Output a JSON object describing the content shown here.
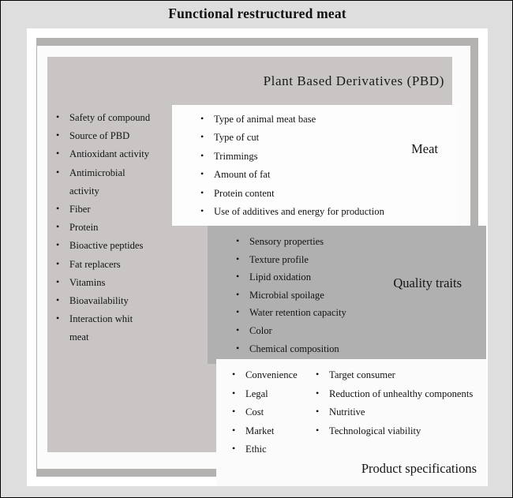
{
  "figure": {
    "title": "Functional restructured meat"
  },
  "pbd": {
    "title": "Plant Based Derivatives (PBD)",
    "items": [
      "Safety of compound",
      "Source of PBD",
      "Antioxidant activity",
      "Antimicrobial activity",
      "Fiber",
      "Protein",
      "Bioactive peptides",
      "Fat replacers",
      "Vitamins",
      "Bioavailability",
      "Interaction whit meat"
    ]
  },
  "meat": {
    "title": "Meat",
    "items": [
      "Type of animal meat base",
      "Type of cut",
      "Trimmings",
      "Amount of fat",
      "Protein content",
      "Use of additives and energy for production"
    ]
  },
  "quality_traits": {
    "title": "Quality traits",
    "items": [
      "Sensory properties",
      "Texture profile",
      "Lipid oxidation",
      "Microbial spoilage",
      "Water retention capacity",
      "Color",
      "Chemical composition"
    ]
  },
  "product_specifications": {
    "title": "Product specifications",
    "column_left": [
      "Convenience",
      "Legal",
      "Cost",
      "Market",
      "Ethic"
    ],
    "column_right": [
      "Target consumer",
      "Reduction of unhealthy components",
      "Nutritive",
      "Technological viability"
    ]
  },
  "colors": {
    "page_background": "#dedede",
    "frame_grey": "#b4b2b1",
    "pbd_box": "#c8c5c4",
    "quality_box": "#b1b0b0",
    "white_box": "#fbfbfc",
    "text": "#131313"
  }
}
